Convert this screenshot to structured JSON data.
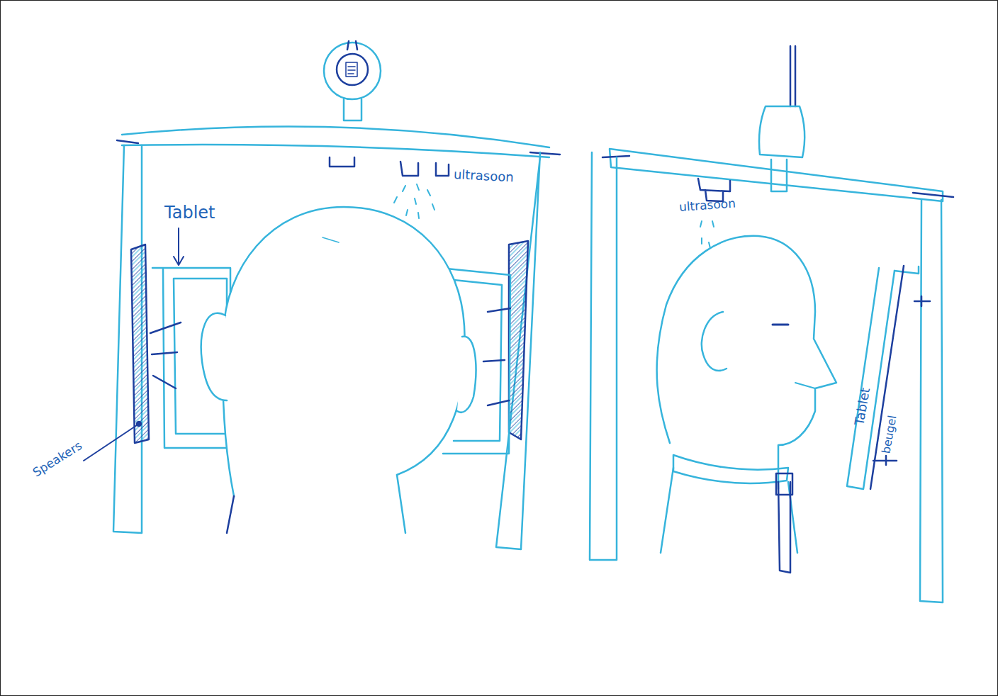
{
  "diagram": {
    "labels": [
      "Tablet",
      "ultrasoon",
      "Speakers",
      "ultrasoon",
      "Tablet",
      "beugel"
    ]
  }
}
